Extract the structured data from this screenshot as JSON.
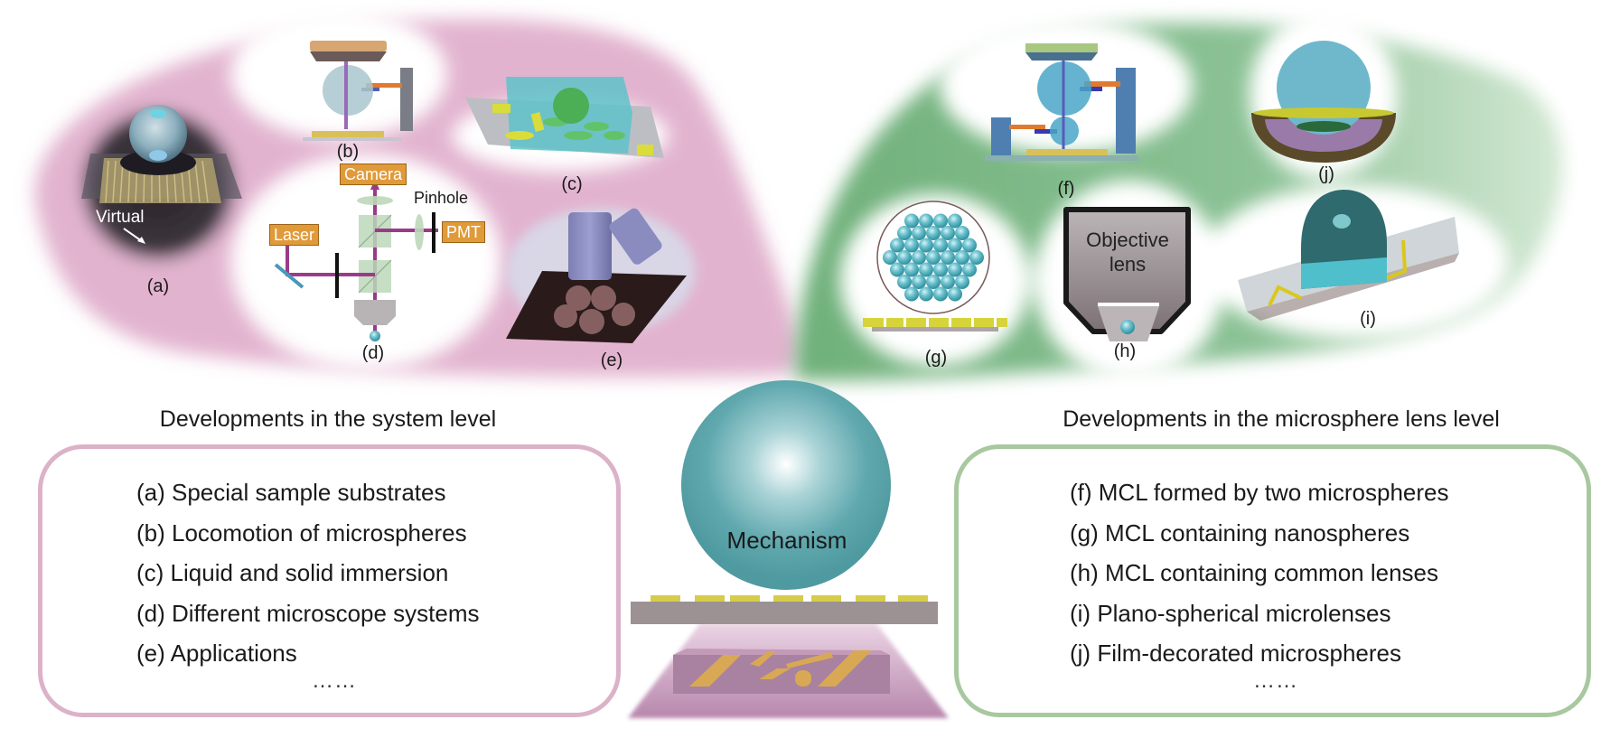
{
  "left_panel": {
    "title": "Developments in the system level",
    "items": [
      "(a) Special sample substrates",
      "(b) Locomotion of microspheres",
      "(c) Liquid and solid immersion",
      "(d) Different microscope systems",
      "(e) Applications"
    ],
    "ellipsis": "……",
    "accent_color": "#dcb2c8"
  },
  "right_panel": {
    "title": "Developments in the microsphere lens level",
    "items": [
      "(f) MCL formed by two microspheres",
      "(g) MCL containing nanospheres",
      "(h) MCL containing common lenses",
      "(i) Plano-spherical microlenses",
      "(j) Film-decorated microspheres"
    ],
    "ellipsis": "……",
    "accent_color": "#a8c8a0"
  },
  "center": {
    "sphere_label": "Mechanism",
    "sphere_color": "#5aa5ab"
  },
  "figure_labels": {
    "a": "(a)",
    "b": "(b)",
    "c": "(c)",
    "d": "(d)",
    "e": "(e)",
    "f": "(f)",
    "g": "(g)",
    "h": "(h)",
    "i": "(i)",
    "j": "(j)"
  },
  "panel_a": {
    "annotation": "Virtual"
  },
  "panel_d": {
    "camera": "Camera",
    "laser": "Laser",
    "pinhole": "Pinhole",
    "pmt": "PMT"
  },
  "panel_h": {
    "objective_line1": "Objective",
    "objective_line2": "lens"
  }
}
